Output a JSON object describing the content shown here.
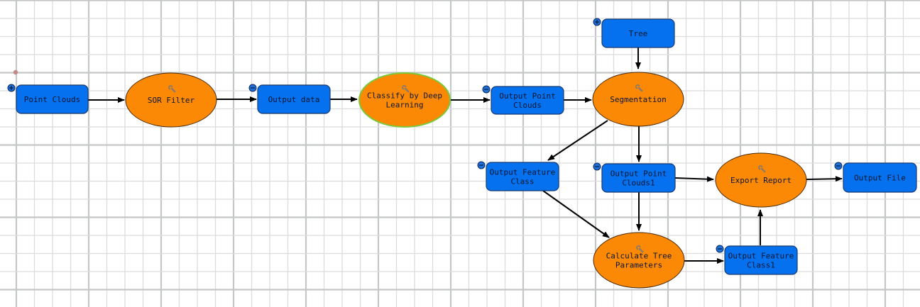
{
  "canvas": {
    "name": "ModelBuilder diagram",
    "colors": {
      "data_fill": "#0571ee",
      "data_stroke": "#1a3a70",
      "tool_fill": "#fb8906",
      "tool_stroke": "#4a2a08",
      "selected_stroke": "#79c93a",
      "connector": "#000000",
      "grid_minor": "#dcdcdc",
      "grid_major": "#c4c6c8",
      "icon_grey": "#8a7a6a",
      "anchor_dot": "#c48a8a"
    }
  },
  "nodes": [
    {
      "id": "point_clouds",
      "kind": "data",
      "lines": [
        "Point Clouds"
      ],
      "badge": "plus"
    },
    {
      "id": "sor_filter",
      "kind": "tool",
      "lines": [
        "SOR Filter"
      ],
      "icon": "wrench-icon"
    },
    {
      "id": "output_data",
      "kind": "data",
      "lines": [
        "Output data"
      ],
      "badge": "minus"
    },
    {
      "id": "classify",
      "kind": "tool",
      "lines": [
        "Classify by Deep",
        "Learning"
      ],
      "icon": "wrench-icon",
      "selected": true
    },
    {
      "id": "output_point_clouds",
      "kind": "data",
      "lines": [
        "Output Point",
        "Clouds"
      ],
      "badge": "minus"
    },
    {
      "id": "tree",
      "kind": "data",
      "lines": [
        "Tree"
      ],
      "badge": "plus"
    },
    {
      "id": "segmentation",
      "kind": "tool",
      "lines": [
        "Segmentation"
      ],
      "icon": "wrench-icon"
    },
    {
      "id": "output_feature_class",
      "kind": "data",
      "lines": [
        "Output Feature",
        "Class"
      ],
      "badge": "minus"
    },
    {
      "id": "output_point_clouds1",
      "kind": "data",
      "lines": [
        "Output Point",
        "Clouds1"
      ],
      "badge": "minus"
    },
    {
      "id": "export_report",
      "kind": "tool",
      "lines": [
        "Export Report"
      ],
      "icon": "wrench-icon"
    },
    {
      "id": "output_file",
      "kind": "data",
      "lines": [
        "Output File"
      ],
      "badge": "minus"
    },
    {
      "id": "calc_tree_params",
      "kind": "tool",
      "lines": [
        "Calculate Tree",
        "Parameters"
      ],
      "icon": "wrench-icon"
    },
    {
      "id": "output_feature_class1",
      "kind": "data",
      "lines": [
        "Output Feature",
        "Class1"
      ],
      "badge": "minus"
    }
  ],
  "connections": [
    {
      "from": "point_clouds",
      "to": "sor_filter"
    },
    {
      "from": "sor_filter",
      "to": "output_data"
    },
    {
      "from": "output_data",
      "to": "classify"
    },
    {
      "from": "classify",
      "to": "output_point_clouds"
    },
    {
      "from": "output_point_clouds",
      "to": "segmentation"
    },
    {
      "from": "tree",
      "to": "segmentation"
    },
    {
      "from": "segmentation",
      "to": "output_feature_class"
    },
    {
      "from": "segmentation",
      "to": "output_point_clouds1"
    },
    {
      "from": "output_point_clouds1",
      "to": "export_report"
    },
    {
      "from": "output_point_clouds1",
      "to": "calc_tree_params"
    },
    {
      "from": "output_feature_class",
      "to": "calc_tree_params"
    },
    {
      "from": "calc_tree_params",
      "to": "output_feature_class1"
    },
    {
      "from": "output_feature_class1",
      "to": "export_report"
    },
    {
      "from": "export_report",
      "to": "output_file"
    }
  ]
}
